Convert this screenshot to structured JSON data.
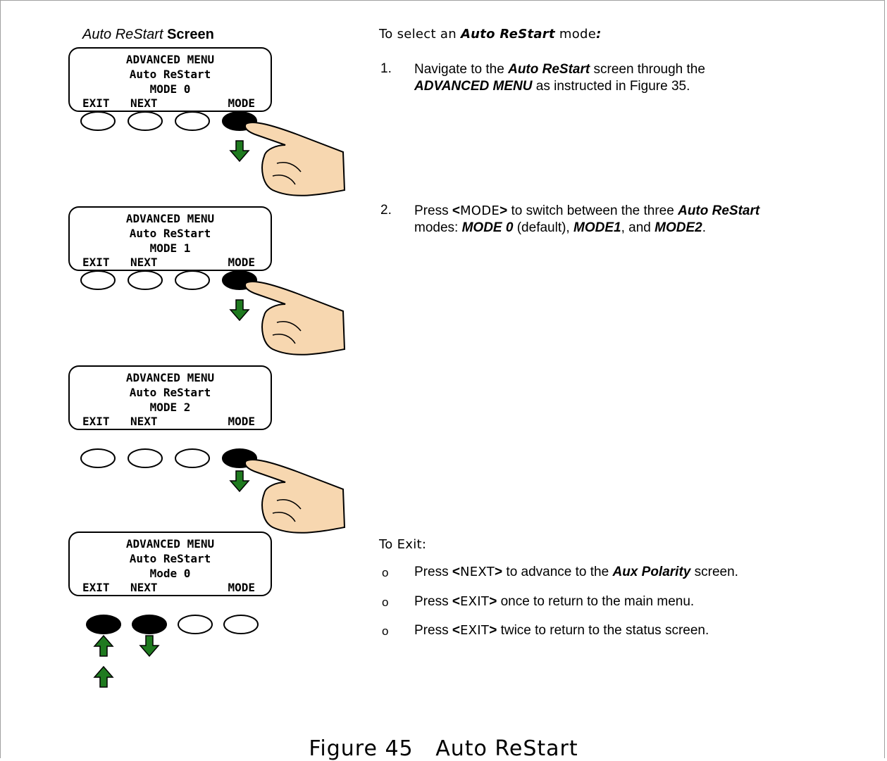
{
  "screen_title": {
    "italic": "Auto ReStart",
    "bold": "Screen"
  },
  "lcd_screens": [
    {
      "line1": "ADVANCED MENU",
      "line2": "Auto ReStart",
      "line3": "MODE 0",
      "soft1": "EXIT",
      "soft2": "NEXT",
      "soft4": "MODE"
    },
    {
      "line1": "ADVANCED MENU",
      "line2": "Auto ReStart",
      "line3": "MODE 1",
      "soft1": "EXIT",
      "soft2": "NEXT",
      "soft4": "MODE"
    },
    {
      "line1": "ADVANCED MENU",
      "line2": "Auto ReStart",
      "line3": "MODE 2",
      "soft1": "EXIT",
      "soft2": "NEXT",
      "soft4": "MODE"
    },
    {
      "line1": "ADVANCED MENU",
      "line2": "Auto ReStart",
      "line3": "Mode 0",
      "soft1": "EXIT",
      "soft2": "NEXT",
      "soft4": "MODE"
    }
  ],
  "instructions": {
    "heading_prefix": "To select an ",
    "heading_bi": "Auto ReStart",
    "heading_suffix": " mode",
    "heading_colon": ":",
    "step1_num": "1.",
    "step1_a": "Navigate to the ",
    "step1_b": "Auto ReStart",
    "step1_c": " screen through the",
    "step1_d": "ADVANCED MENU",
    "step1_e": " as instructed in Figure 35.",
    "step2_num": "2.",
    "step2_a": "Press ",
    "step2_lt": "<",
    "step2_key": "MODE",
    "step2_gt": ">",
    "step2_b": " to switch between the three ",
    "step2_c": "Auto ReStart",
    "step2_d": "modes: ",
    "step2_e": "MODE 0",
    "step2_f": " (default), ",
    "step2_g": "MODE1",
    "step2_h": ", and ",
    "step2_i": "MODE2",
    "step2_j": "."
  },
  "exit": {
    "heading": "To Exit:",
    "bullet": "o",
    "b1_a": "Press ",
    "b1_key": "NEXT",
    "b1_b": " to advance to the ",
    "b1_c": "Aux Polarity",
    "b1_d": " screen.",
    "b2_a": "Press ",
    "b2_key": "EXIT",
    "b2_b": " once to return to the main menu.",
    "b3_a": "Press ",
    "b3_key": "EXIT",
    "b3_b": " twice to return to the status screen.",
    "lt": "<",
    "gt": ">"
  },
  "caption": "Figure 45   Auto ReStart",
  "colors": {
    "arrow": "#1f7a1f",
    "button_pressed": "#000000",
    "skin": "#f7d7b0"
  }
}
